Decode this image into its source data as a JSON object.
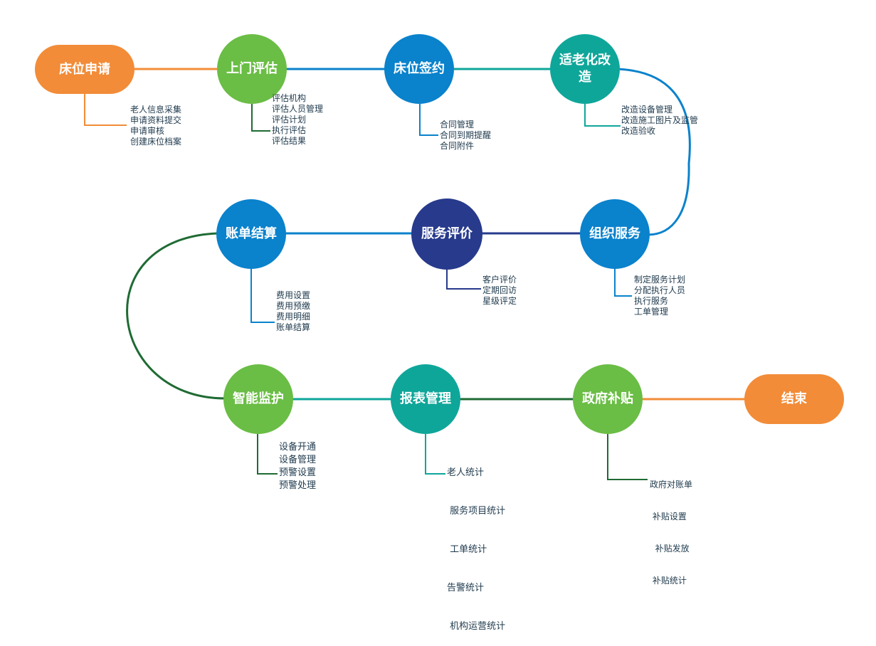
{
  "colors": {
    "orange": "#f28c38",
    "green": "#6abd45",
    "blue": "#0a82cc",
    "teal": "#0fa69a",
    "navy": "#273a8c",
    "dark_green": "#1f6b34"
  },
  "nodes": {
    "start": "床位申请",
    "assessment": "上门评估",
    "contract": "床位签约",
    "renovation": "适老化改造",
    "organize": "组织服务",
    "evaluation": "服务评价",
    "billing": "账单结算",
    "monitoring": "智能监护",
    "reports": "报表管理",
    "subsidy": "政府补贴",
    "end": "结束"
  },
  "details": {
    "start": [
      "老人信息采集",
      "申请资料提交",
      "申请审核",
      "创建床位档案"
    ],
    "assessment": [
      "评估机构",
      "评估人员管理",
      "评估计划",
      "执行评估",
      "评估结果"
    ],
    "contract": [
      "合同管理",
      "合同到期提醒",
      "合同附件"
    ],
    "renovation": [
      "改造设备管理",
      "改造施工图片及监管",
      "改造验收"
    ],
    "organize": [
      "制定服务计划",
      "分配执行人员",
      "执行服务",
      "工单管理"
    ],
    "evaluation": [
      "客户评价",
      "定期回访",
      "星级评定"
    ],
    "billing": [
      "费用设置",
      "费用预缴",
      "费用明细",
      "账单结算"
    ],
    "monitoring": [
      "设备开通",
      "设备管理",
      "预警设置",
      "预警处理"
    ],
    "reports": [
      "老人统计",
      " 服务项目统计",
      " 工单统计",
      "告警统计",
      " 机构运营统计"
    ],
    "subsidy": [
      "政府对账单",
      " 补贴设置",
      "  补贴发放",
      " 补贴统计"
    ]
  }
}
